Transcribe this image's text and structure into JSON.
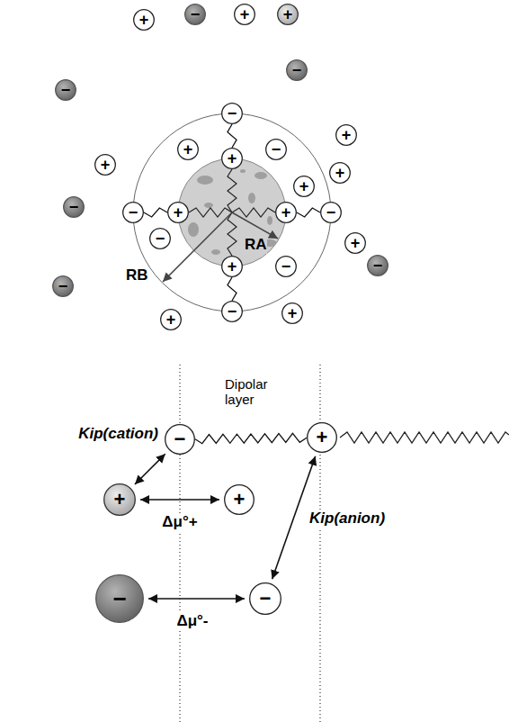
{
  "diagram": {
    "nodes": [
      {
        "text": [
          "+"
        ]
      },
      {
        "text": [
          "−"
        ]
      },
      {
        "text": [
          "+"
        ]
      },
      {
        "text": [
          "+"
        ]
      },
      {
        "text": [
          "−"
        ]
      },
      {
        "text": [
          "−"
        ]
      },
      {
        "text": [
          "−"
        ]
      },
      {
        "text": [
          "+"
        ]
      },
      {
        "text": [
          "+"
        ]
      },
      {
        "text": [
          "−"
        ]
      },
      {
        "text": [
          "+"
        ]
      },
      {
        "text": [
          "+"
        ]
      },
      {
        "text": [
          "+"
        ]
      },
      {
        "text": [
          "+"
        ]
      },
      {
        "text": [
          "−"
        ]
      },
      {
        "text": [
          "−"
        ]
      },
      {
        "text": [
          "+"
        ]
      },
      {
        "text": [
          "+"
        ]
      },
      {
        "text": [
          "−"
        ]
      },
      {
        "text": [
          "+"
        ]
      },
      {
        "text": [
          "−"
        ]
      },
      {
        "text": [
          "−"
        ]
      },
      {
        "text": [
          "+"
        ]
      },
      {
        "text": [
          "−"
        ]
      },
      {
        "text": [
          "−"
        ]
      },
      {
        "text": [
          "−"
        ]
      },
      {
        "text": [
          "+"
        ]
      },
      {
        "text": [
          "+"
        ]
      },
      {
        "text": [
          "−"
        ]
      },
      {
        "text": [
          "+"
        ]
      },
      {
        "text": [
          "+"
        ]
      },
      {
        "text": [
          "+"
        ]
      },
      {
        "text": [
          "−"
        ]
      },
      {
        "text": [
          "−"
        ]
      }
    ],
    "edges": [
      {
        "from": 10,
        "to": 6,
        "arrow": "none"
      },
      {
        "from": 16,
        "to": 15,
        "arrow": "none"
      },
      {
        "from": 17,
        "to": 18,
        "arrow": "none"
      },
      {
        "from": 22,
        "to": 25,
        "arrow": "none"
      },
      {
        "from": 28,
        "to": 29,
        "arrow": "none"
      },
      {
        "from": 28,
        "to": 30,
        "label": "Kip(cation)",
        "arrow": "both"
      },
      {
        "from": 30,
        "to": 31,
        "label": "Δμ°+",
        "arrow": "both"
      },
      {
        "from": 29,
        "to": 33,
        "label": "Kip(anion)",
        "arrow": "both"
      },
      {
        "from": 32,
        "to": 33,
        "label": "Δμ°-",
        "arrow": "both"
      }
    ],
    "labels": [
      "RB",
      "RA",
      "Dipolar layer"
    ]
  }
}
